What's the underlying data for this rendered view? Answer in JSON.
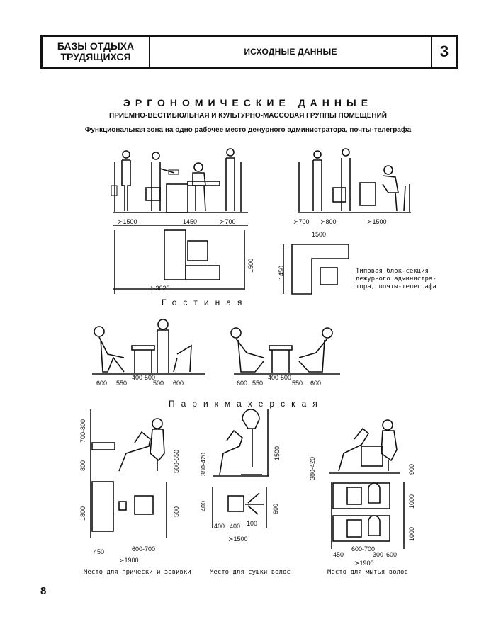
{
  "header": {
    "section_line1": "БАЗЫ ОТДЫХА",
    "section_line2": "ТРУДЯЩИХСЯ",
    "subject": "ИСХОДНЫЕ ДАННЫЕ",
    "page_tab": "3"
  },
  "titles": {
    "main": "ЭРГОНОМИЧЕСКИЕ ДАННЫЕ",
    "sub": "ПРИЕМНО-ВЕСТИБЮЛЬНАЯ И КУЛЬТУРНО-МАССОВАЯ ГРУППЫ ПОМЕЩЕНИЙ",
    "zone": "Функциональная зона на одно рабочее место дежурного администратора, почты-телеграфа"
  },
  "sections": {
    "living": "Гостиная",
    "barber": "Парикмахерская"
  },
  "reception": {
    "dims_h": [
      "≻1500",
      "1450",
      "≻700",
      "≻3020"
    ],
    "dim_v": "1500",
    "right_dims_h": [
      "≻700",
      "≻800",
      "≻1500",
      "1500"
    ],
    "right_dim_v": "1450",
    "note_line1": "Типовая блок-секция",
    "note_line2": "дежурного администра-",
    "note_line3": "тора, почты-телеграфа"
  },
  "living_room": {
    "left_dims": [
      "600",
      "550",
      "400-500",
      "500",
      "600"
    ],
    "right_dims": [
      "600",
      "550",
      "400-500",
      "550",
      "600"
    ]
  },
  "barber": {
    "left_vdims": [
      "700-800",
      "800",
      "1800"
    ],
    "left_small_vdims": [
      "500-550",
      "500"
    ],
    "left_dims_h": [
      "450",
      "600-700",
      "≻1900"
    ],
    "mid_vdims": [
      "380-420",
      "1500",
      "400",
      "600"
    ],
    "mid_dims_h": [
      "400",
      "400",
      "100",
      "≻1500"
    ],
    "right_vdims": [
      "380-420",
      "900",
      "1000",
      "1000"
    ],
    "right_dims_h": [
      "450",
      "600-700",
      "300",
      "600",
      "≻1900"
    ],
    "caption_left": "Место для прически и завивки",
    "caption_mid": "Место для сушки волос",
    "caption_right": "Место для мытья волос"
  },
  "page_number": "8"
}
